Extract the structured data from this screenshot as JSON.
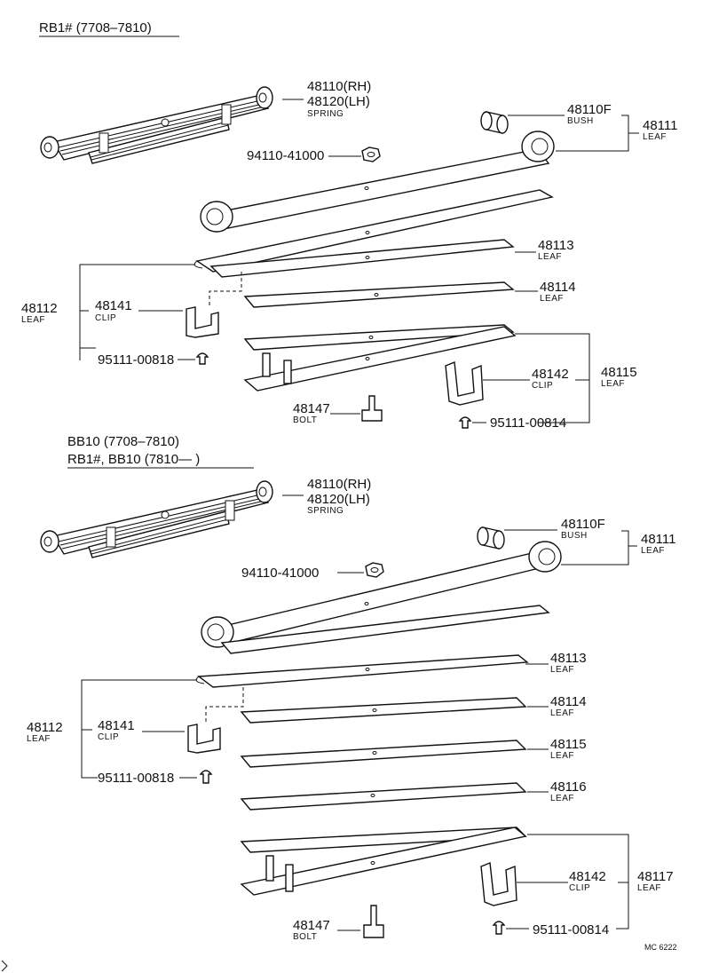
{
  "sections": [
    {
      "header_lines": [
        "RB1# (7708–7810)"
      ],
      "labels": {
        "spring_rh": "48110(RH)",
        "spring_lh": "48120(LH)",
        "spring_name": "SPRING",
        "nut": "94110-41000",
        "bush": "48110F",
        "bush_name": "BUSH",
        "leaf_top": "48111",
        "leaf_top_name": "LEAF",
        "leaf_2": "48113",
        "leaf_2_name": "LEAF",
        "leaf_3": "48114",
        "leaf_3_name": "LEAF",
        "leaf_short": "48112",
        "leaf_short_name": "LEAF",
        "clip_a": "48141",
        "clip_a_name": "CLIP",
        "rivet_a": "95111-00818",
        "clip_b": "48142",
        "clip_b_name": "CLIP",
        "leaf_bottom": "48115",
        "leaf_bottom_name": "LEAF",
        "bolt": "48147",
        "bolt_name": "BOLT",
        "rivet_b": "95111-00814"
      }
    },
    {
      "header_lines": [
        "BB10 (7708–7810)",
        "RB1#, BB10 (7810—       )"
      ],
      "labels": {
        "spring_rh": "48110(RH)",
        "spring_lh": "48120(LH)",
        "spring_name": "SPRING",
        "nut": "94110-41000",
        "bush": "48110F",
        "bush_name": "BUSH",
        "leaf_top": "48111",
        "leaf_top_name": "LEAF",
        "leaf_2": "48113",
        "leaf_2_name": "LEAF",
        "leaf_3": "48114",
        "leaf_3_name": "LEAF",
        "leaf_4": "48115",
        "leaf_4_name": "LEAF",
        "leaf_5": "48116",
        "leaf_5_name": "LEAF",
        "leaf_short": "48112",
        "leaf_short_name": "LEAF",
        "clip_a": "48141",
        "clip_a_name": "CLIP",
        "rivet_a": "95111-00818",
        "clip_b": "48142",
        "clip_b_name": "CLIP",
        "leaf_bottom": "48117",
        "leaf_bottom_name": "LEAF",
        "bolt": "48147",
        "bolt_name": "BOLT",
        "rivet_b": "95111-00814"
      }
    }
  ],
  "footer_code": "MC 6222"
}
